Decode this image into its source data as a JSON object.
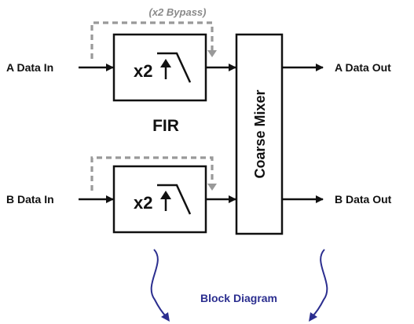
{
  "labels": {
    "bypass": "(x2 Bypass)",
    "a_in": "A Data In",
    "b_in": "B Data In",
    "a_out": "A Data Out",
    "b_out": "B Data Out",
    "fir": "FIR",
    "mixer": "Coarse Mixer",
    "interp": "x2",
    "caption": "Block Diagram"
  },
  "colors": {
    "line": "#111111",
    "bypass": "#999999",
    "accent": "#2b2e8f"
  }
}
